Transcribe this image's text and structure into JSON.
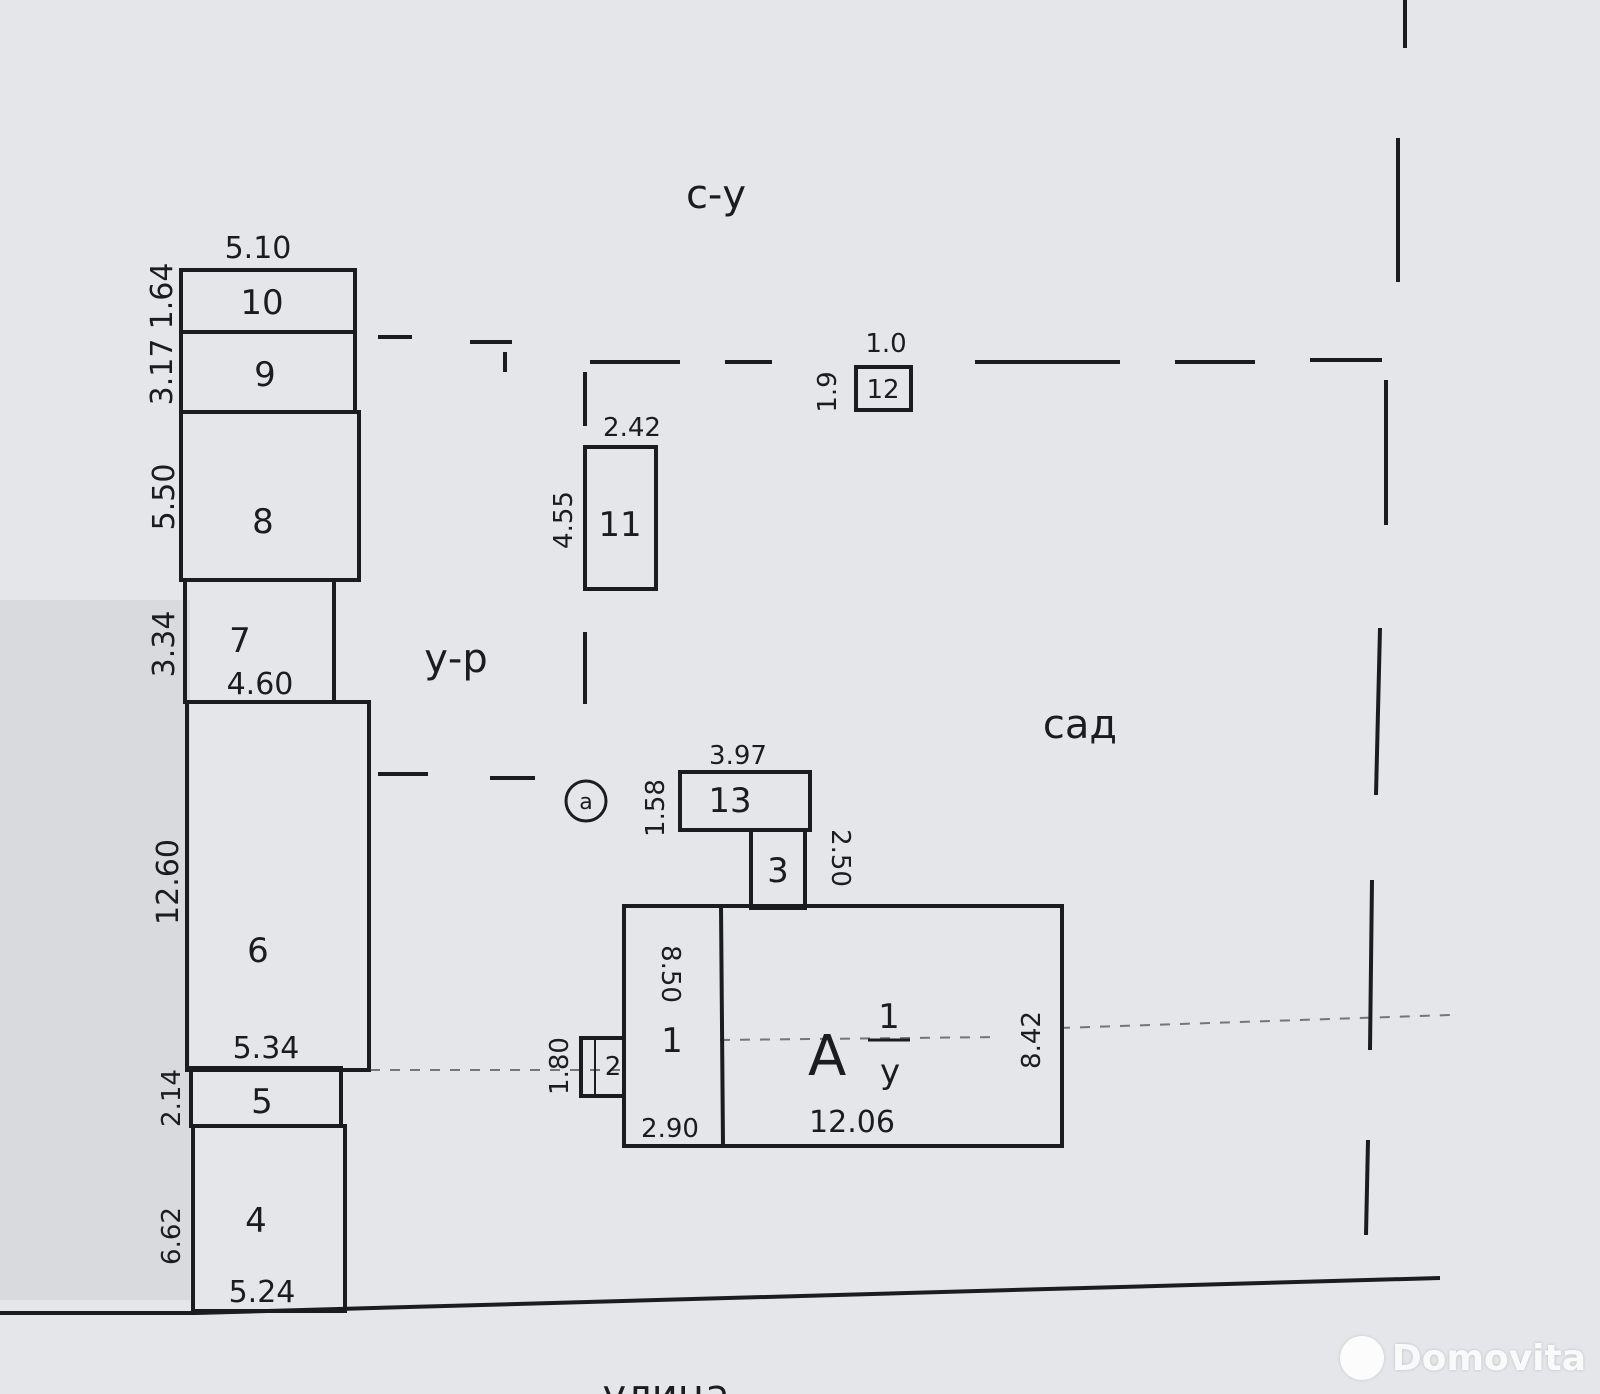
{
  "buildings": [
    {
      "id": "10",
      "label": "10"
    },
    {
      "id": "9",
      "label": "9"
    },
    {
      "id": "8",
      "label": "8"
    },
    {
      "id": "7",
      "label": "7"
    },
    {
      "id": "6",
      "label": "6"
    },
    {
      "id": "5",
      "label": "5"
    },
    {
      "id": "4",
      "label": "4"
    },
    {
      "id": "11",
      "label": "11"
    },
    {
      "id": "12",
      "label": "12"
    },
    {
      "id": "13",
      "label": "13"
    },
    {
      "id": "3",
      "label": "3"
    },
    {
      "id": "2",
      "label": "2"
    },
    {
      "id": "1",
      "label": "1"
    }
  ],
  "main_house": {
    "letter": "А",
    "fraction_top": "1",
    "fraction_bottom": "у"
  },
  "dimensions": {
    "d_5_10": "5.10",
    "d_1_64": "1.64",
    "d_3_17": "3.17",
    "d_5_50": "5.50",
    "d_3_34": "3.34",
    "d_4_60": "4.60",
    "d_12_60": "12.60",
    "d_5_34": "5.34",
    "d_2_14": "2.14",
    "d_6_62": "6.62",
    "d_5_24": "5.24",
    "d_2_42": "2.42",
    "d_4_55": "4.55",
    "d_1_0": "1.0",
    "d_1_9": "1.9",
    "d_3_97": "3.97",
    "d_1_58": "1.58",
    "d_2_50": "2.50",
    "d_8_50": "8.50",
    "d_1_80": "1.80",
    "d_2_90": "2.90",
    "d_12_06": "12.06",
    "d_8_42": "8.42"
  },
  "zone_labels": {
    "top": "с-у",
    "middle": "у-р",
    "right": "сад"
  },
  "well_marker": "а",
  "street_label": "улица",
  "watermark": "Domovita"
}
